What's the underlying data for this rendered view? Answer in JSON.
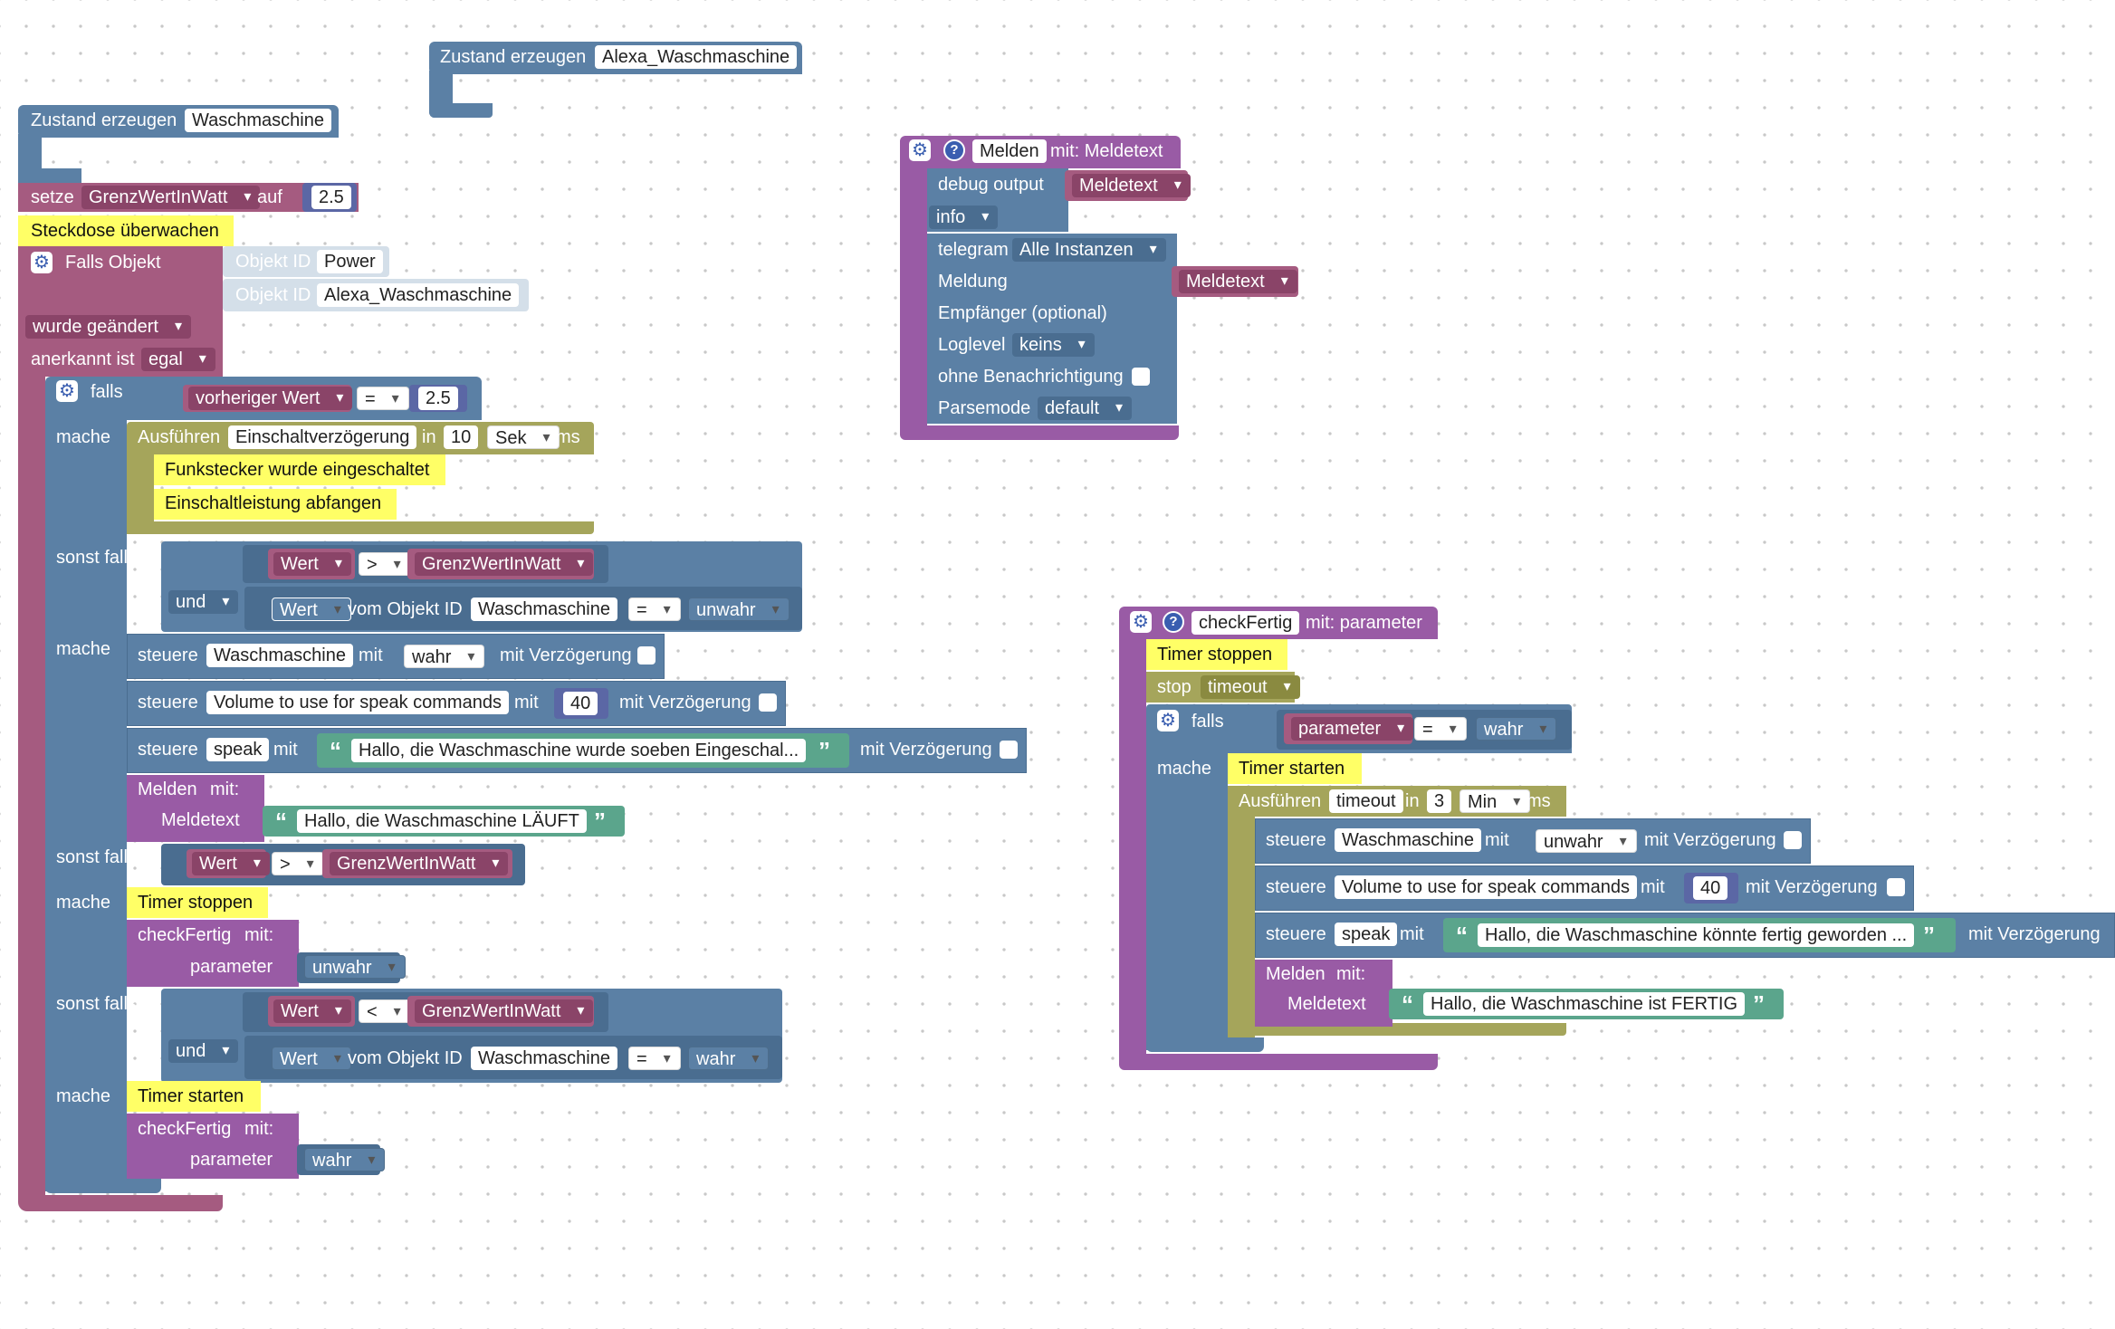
{
  "blocks": {
    "zustand1": {
      "label": "Zustand erzeugen",
      "name": "Alexa_Waschmaschine"
    },
    "zustand2": {
      "label": "Zustand erzeugen",
      "name": "Waschmaschine"
    },
    "setze": {
      "label": "setze",
      "var": "GrenzWertInWatt",
      "auf": "auf",
      "value": "2.5"
    },
    "comment1": "Steckdose überwachen",
    "falls_objekt": {
      "label": "Falls Objekt",
      "oid_label": "Objekt ID",
      "oid1": "Power",
      "oid2": "Alexa_Waschmaschine",
      "trigger": "wurde geändert",
      "ack_label": "anerkannt ist",
      "ack": "egal"
    },
    "if1": {
      "falls": "falls",
      "mache": "mache",
      "sonst_falls": "sonst falls",
      "und": "und",
      "cond1": {
        "left": "vorheriger Wert",
        "op": "=",
        "right": "2.5"
      },
      "exec": {
        "label": "Ausführen",
        "name": "Einschaltverzögerung",
        "in": "in",
        "value": "10",
        "unit": "Sek",
        "ms": "ms"
      },
      "comment2": "Funkstecker wurde eingeschaltet",
      "comment3": "Einschaltleistung abfangen",
      "cond2a": {
        "left": "Wert",
        "op": ">",
        "right": "GrenzWertInWatt"
      },
      "cond2b": {
        "left": "Wert",
        "mid": "vom Objekt ID",
        "oid": "Waschmaschine",
        "op": "=",
        "right": "unwahr"
      },
      "steuere1": {
        "label": "steuere",
        "oid": "Waschmaschine",
        "mit": "mit",
        "value": "wahr",
        "delay": "mit Verzögerung"
      },
      "steuere2": {
        "label": "steuere",
        "oid": "Volume to use for speak commands",
        "mit": "mit",
        "value": "40",
        "delay": "mit Verzögerung"
      },
      "steuere3": {
        "label": "steuere",
        "oid": "speak",
        "mit": "mit",
        "value": "Hallo, die Waschmaschine wurde soeben Eingeschal...",
        "delay": "mit Verzögerung"
      },
      "melden": {
        "label": "Melden",
        "mit": "mit:",
        "param": "Meldetext",
        "value": "Hallo, die Waschmaschine LÄUFT"
      },
      "cond3": {
        "left": "Wert",
        "op": ">",
        "right": "GrenzWertInWatt"
      },
      "timer_stop": "Timer stoppen",
      "check1": {
        "label": "checkFertig",
        "mit": "mit:",
        "param": "parameter",
        "value": "unwahr"
      },
      "cond4a": {
        "left": "Wert",
        "op": "<",
        "right": "GrenzWertInWatt"
      },
      "cond4b": {
        "left": "Wert",
        "mid": "vom Objekt ID",
        "oid": "Waschmaschine",
        "op": "=",
        "right": "wahr"
      },
      "timer_start": "Timer starten",
      "check2": {
        "label": "checkFertig",
        "mit": "mit:",
        "param": "parameter",
        "value": "wahr"
      }
    },
    "func_melden": {
      "name": "Melden",
      "mit": "mit: Meldetext",
      "debug": "debug output",
      "debug_val": "Meldetext",
      "info": "info",
      "telegram": "telegram",
      "instances": "Alle Instanzen",
      "meldung": "Meldung",
      "meldung_val": "Meldetext",
      "empf": "Empfänger (optional)",
      "loglevel": "Loglevel",
      "loglevel_val": "keins",
      "ohne": "ohne Benachrichtigung",
      "parsemode": "Parsemode",
      "parsemode_val": "default"
    },
    "func_check": {
      "name": "checkFertig",
      "mit": "mit: parameter",
      "timer_stop": "Timer stoppen",
      "stop": "stop",
      "timeout": "timeout",
      "falls": "falls",
      "mache": "mache",
      "cond": {
        "left": "parameter",
        "op": "=",
        "right": "wahr"
      },
      "timer_start": "Timer starten",
      "exec": {
        "label": "Ausführen",
        "name": "timeout",
        "in": "in",
        "value": "3",
        "unit": "Min",
        "ms": "ms"
      },
      "steuere1": {
        "label": "steuere",
        "oid": "Waschmaschine",
        "mit": "mit",
        "value": "unwahr",
        "delay": "mit Verzögerung"
      },
      "steuere2": {
        "label": "steuere",
        "oid": "Volume to use for speak commands",
        "mit": "mit",
        "value": "40",
        "delay": "mit Verzögerung"
      },
      "steuere3": {
        "label": "steuere",
        "oid": "speak",
        "mit": "mit",
        "value": "Hallo, die Waschmaschine könnte fertig geworden ...",
        "delay": "mit Verzögerung"
      },
      "melden": {
        "label": "Melden",
        "mit": "mit:",
        "param": "Meldetext",
        "value": "Hallo, die Waschmaschine ist FERTIG"
      }
    }
  },
  "colors": {
    "variable": "#a55b80",
    "logic": "#5b80a5",
    "function": "#995ba5",
    "timer": "#a5a55b",
    "comment": "#ffff66",
    "text": "#5ba58c",
    "math": "#5b67a5"
  }
}
